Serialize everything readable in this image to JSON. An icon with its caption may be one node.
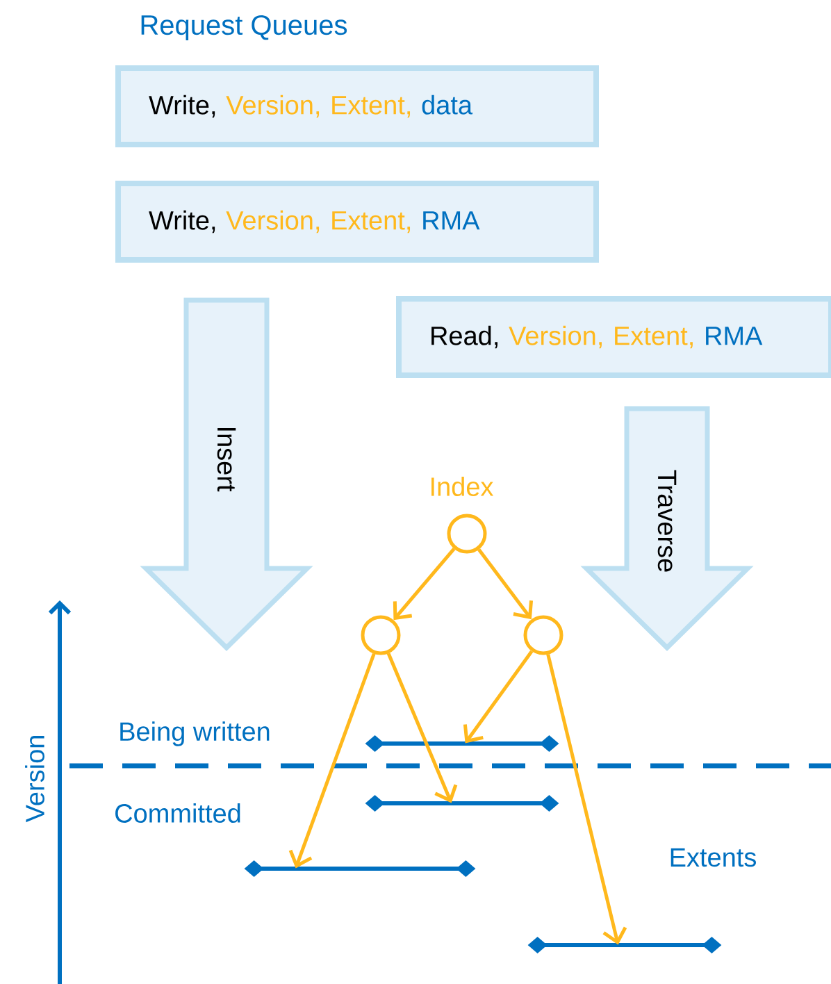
{
  "diagram": {
    "title": "Request Queues",
    "nodes": [
      {
        "text": [
          "Write,",
          "Version, Extent,",
          "data"
        ]
      },
      {
        "text": [
          "Write,",
          "Version, Extent,",
          "RMA"
        ]
      },
      {
        "text": [
          "Read,",
          "Version, Extent,",
          "RMA"
        ]
      },
      {
        "text": [],
        "shape": "circle",
        "beside": [
          "Index"
        ]
      },
      {
        "text": [],
        "shape": "circle"
      },
      {
        "text": [],
        "shape": "circle"
      },
      {
        "text": [],
        "shape": "bar"
      },
      {
        "text": [],
        "shape": "bar"
      },
      {
        "text": [],
        "shape": "bar"
      },
      {
        "text": [],
        "shape": "bar"
      }
    ],
    "edges": [
      {
        "from": 1,
        "to": null,
        "arrow": "to",
        "label": "Insert",
        "style": "thick",
        "color": "#e7f2fa"
      },
      {
        "from": 2,
        "to": null,
        "arrow": "to",
        "label": "Traverse",
        "style": "thick",
        "color": "#e7f2fa"
      },
      {
        "from": 3,
        "to": 4,
        "arrow": "to"
      },
      {
        "from": 3,
        "to": 5,
        "arrow": "to"
      },
      {
        "from": 4,
        "to": 8,
        "arrow": "to"
      },
      {
        "from": 4,
        "to": 7,
        "arrow": "to"
      },
      {
        "from": 5,
        "to": 6,
        "arrow": "to"
      },
      {
        "from": 5,
        "to": 9,
        "arrow": "to"
      }
    ],
    "labels": [
      "Being written",
      "Version",
      "Committed",
      "Extents"
    ]
  }
}
